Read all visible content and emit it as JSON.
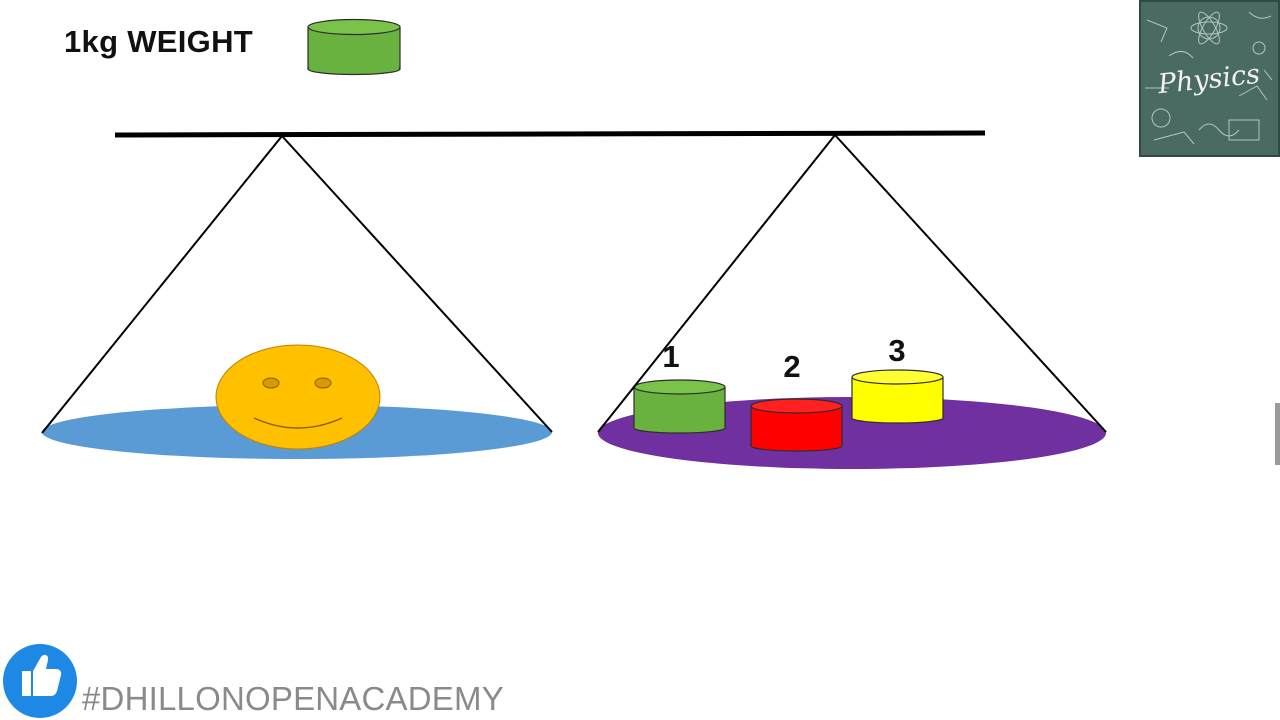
{
  "legend": {
    "label": "1kg WEIGHT",
    "weight_color": "#6ab23f",
    "icon": "green-cylinder-weight"
  },
  "scale": {
    "beam_color": "#000000",
    "left_pan": {
      "color": "#5b9bd5",
      "object": "smiley-face",
      "object_color": "#ffc000"
    },
    "right_pan": {
      "color": "#7030a0",
      "weights": [
        {
          "number": "1",
          "color": "#6ab23f"
        },
        {
          "number": "2",
          "color": "#ff0000"
        },
        {
          "number": "3",
          "color": "#ffff00"
        }
      ]
    }
  },
  "physics_thumbnail": {
    "title": "Physics",
    "background": "#4a6b62"
  },
  "branding": {
    "hashtag": "#DHILLONOPENACADEMY",
    "icon": "thumbs-up-icon",
    "icon_color": "#1e88e5"
  }
}
